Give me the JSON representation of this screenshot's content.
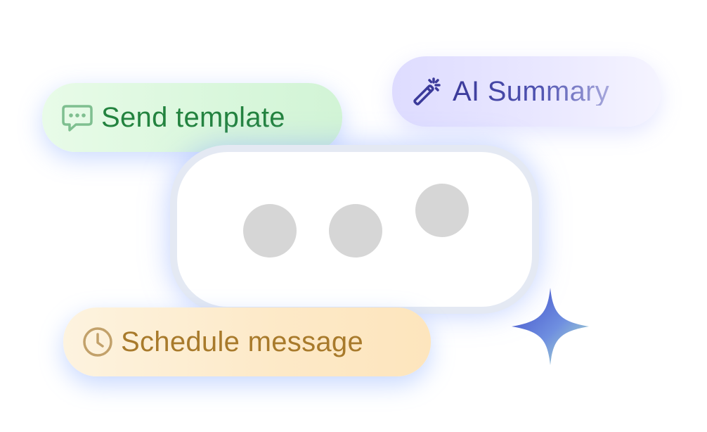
{
  "pills": {
    "send_template": {
      "label": "Send template",
      "icon": "chat-bubble-icon",
      "color": "#23833f"
    },
    "ai_summary": {
      "label": "AI Summary",
      "icon": "magic-wand-icon",
      "color": "#3b3a9a"
    },
    "schedule_message": {
      "label": "Schedule message",
      "icon": "clock-icon",
      "color": "#a87a2b"
    }
  },
  "typing_indicator": {
    "dot_color": "#d6d6d6",
    "dot_count": 3
  },
  "sparkle": {
    "icon": "sparkle-icon"
  }
}
